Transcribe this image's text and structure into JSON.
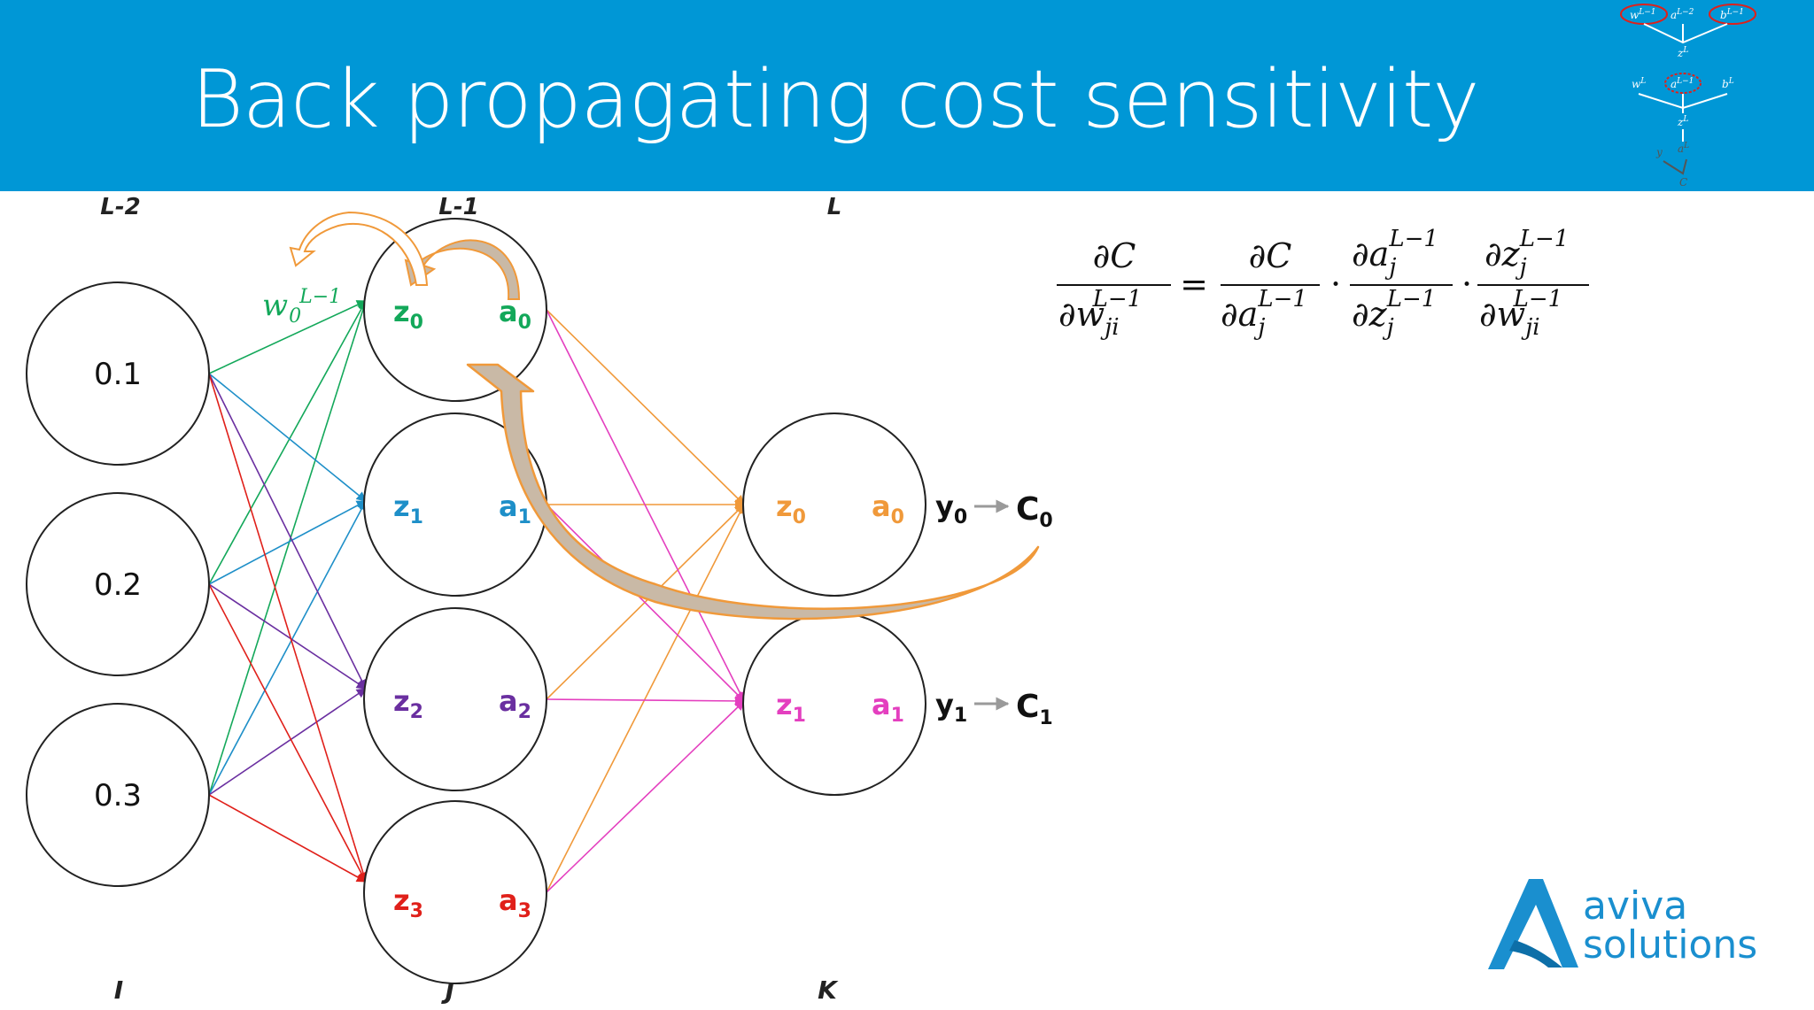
{
  "slide": {
    "title": "Back propagating cost sensitivity"
  },
  "layers": {
    "labels": [
      "L-2",
      "L-1",
      "L"
    ],
    "index_labels": [
      "I",
      "J",
      "K"
    ]
  },
  "input_nodes": [
    "0.1",
    "0.2",
    "0.3"
  ],
  "hidden_nodes": [
    {
      "z": "z",
      "a": "a",
      "sub": "0",
      "color": "#13a85a"
    },
    {
      "z": "z",
      "a": "a",
      "sub": "1",
      "color": "#1e8fc8"
    },
    {
      "z": "z",
      "a": "a",
      "sub": "2",
      "color": "#6a2fa0"
    },
    {
      "z": "z",
      "a": "a",
      "sub": "3",
      "color": "#e0201a"
    }
  ],
  "output_nodes": [
    {
      "z": "z",
      "a": "a",
      "sub": "0",
      "color": "#f0993a",
      "y": "y",
      "c": "C"
    },
    {
      "z": "z",
      "a": "a",
      "sub": "1",
      "color": "#e43fbf",
      "y": "y",
      "c": "C"
    }
  ],
  "weight_label": {
    "base": "w",
    "sub": "0",
    "sup": "L−1"
  },
  "formula": {
    "lhs_num": "∂C",
    "lhs_den": "∂w",
    "lhs_den_sub": "ji",
    "sup": "L−1",
    "t1_num": "∂C",
    "t1_den": "∂a",
    "t1_den_sub": "j",
    "t2_num": "∂a",
    "t2_num_sub": "j",
    "t2_den": "∂z",
    "t2_den_sub": "j",
    "t3_num": "∂z",
    "t3_num_sub": "j",
    "t3_den": "∂w",
    "t3_den_sub": "ji",
    "equals": "=",
    "dot": "·"
  },
  "mini_diagram": {
    "row1": [
      "w",
      "a",
      "b"
    ],
    "row1_sups": [
      "L−1",
      "L−2",
      "L−1"
    ],
    "z1": "z",
    "row2": [
      "w",
      "a",
      "b"
    ],
    "row2_sups": [
      "L",
      "L−1",
      "L"
    ],
    "z2": "z",
    "y": "y",
    "a3": "a",
    "c": "C",
    "sup_L": "L"
  },
  "logo": {
    "line1": "aviva",
    "line2": "solutions",
    "color": "#1a8fcf"
  }
}
